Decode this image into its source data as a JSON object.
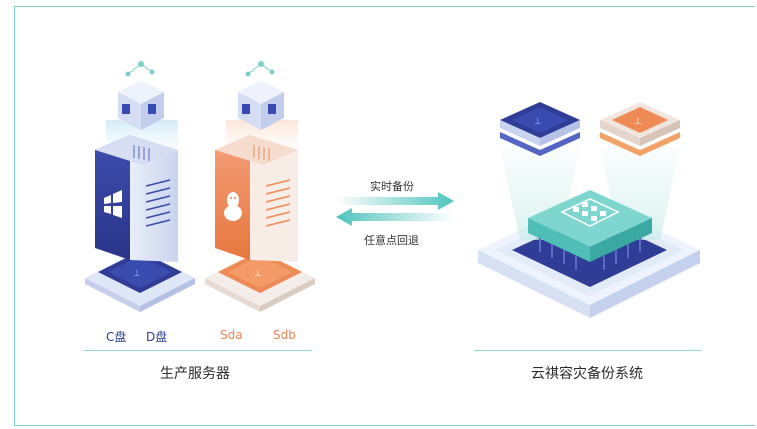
{
  "production": {
    "disks_left": [
      "C盘",
      "D盘"
    ],
    "disks_right": [
      "Sda",
      "Sdb"
    ],
    "caption": "生产服务器"
  },
  "transfer": {
    "forward_label": "实时备份",
    "backward_label": "任意点回退"
  },
  "backup_system": {
    "caption": "云祺容灾备份系统"
  },
  "colors": {
    "border": "#7fd0cc",
    "blue": "#2c3e8f",
    "orange": "#e8845a",
    "teal": "#4fc3bd"
  },
  "icons": [
    "network-agent-icon",
    "windows-icon",
    "linux-icon",
    "chip-icon",
    "arrow-right-icon",
    "arrow-left-icon"
  ]
}
